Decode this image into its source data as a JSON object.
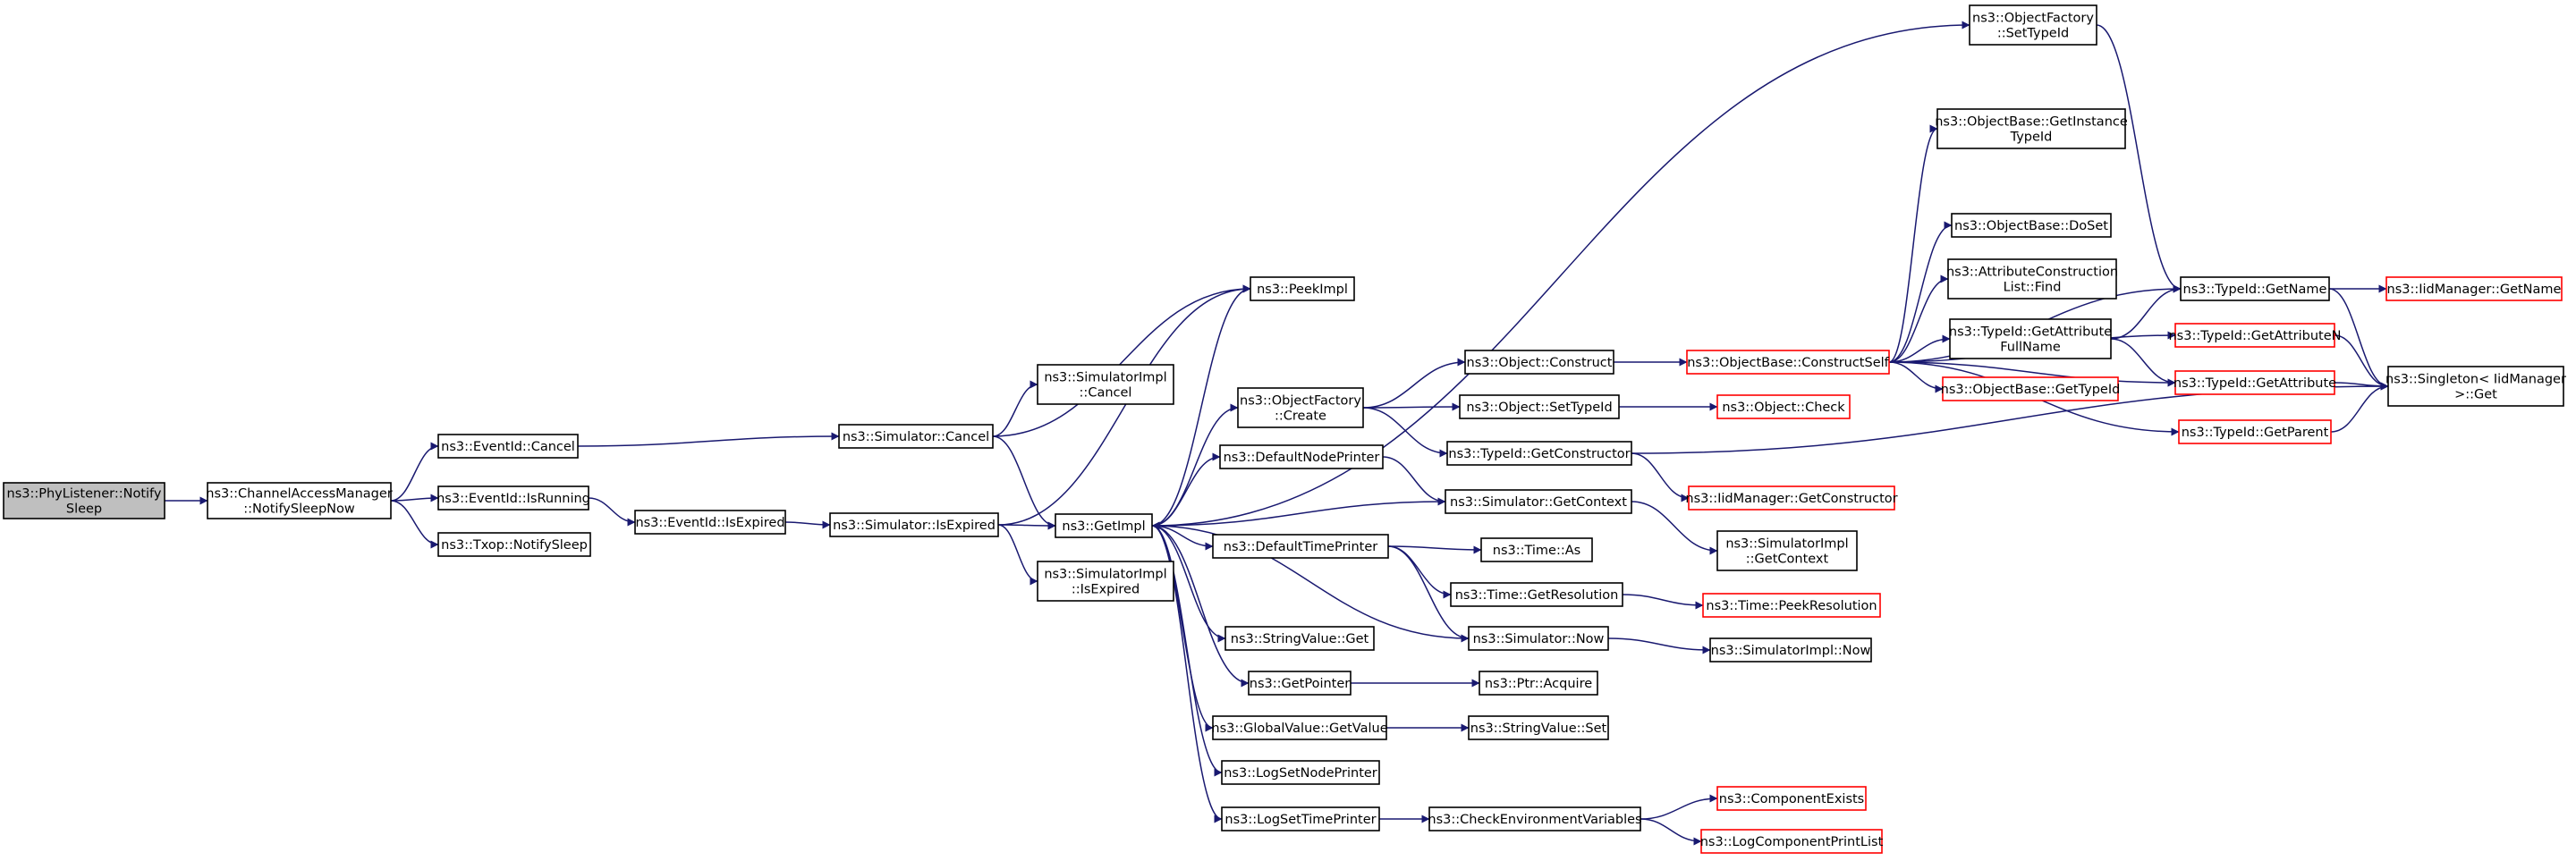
{
  "title": "",
  "colors": {
    "edge": "#191970",
    "node_border": "#000000",
    "truncated_border": "#ff0000",
    "root_fill": "#bfbfbf",
    "node_fill": "#ffffff"
  },
  "nodes": [
    {
      "id": "phy_notify_sleep",
      "lines": [
        "ns3::PhyListener::Notify",
        "Sleep"
      ],
      "kind": "root"
    },
    {
      "id": "cam_notify_sleep_now",
      "lines": [
        "ns3::ChannelAccessManager",
        "::NotifySleepNow"
      ],
      "kind": "normal"
    },
    {
      "id": "eventid_cancel",
      "lines": [
        "ns3::EventId::Cancel"
      ],
      "kind": "normal"
    },
    {
      "id": "eventid_isrunning",
      "lines": [
        "ns3::EventId::IsRunning"
      ],
      "kind": "normal"
    },
    {
      "id": "txop_notifysleep",
      "lines": [
        "ns3::Txop::NotifySleep"
      ],
      "kind": "normal"
    },
    {
      "id": "eventid_isexpired",
      "lines": [
        "ns3::EventId::IsExpired"
      ],
      "kind": "normal"
    },
    {
      "id": "sim_cancel",
      "lines": [
        "ns3::Simulator::Cancel"
      ],
      "kind": "normal"
    },
    {
      "id": "sim_isexpired",
      "lines": [
        "ns3::Simulator::IsExpired"
      ],
      "kind": "normal"
    },
    {
      "id": "simimpl_cancel",
      "lines": [
        "ns3::SimulatorImpl",
        "::Cancel"
      ],
      "kind": "normal"
    },
    {
      "id": "simimpl_isexpired",
      "lines": [
        "ns3::SimulatorImpl",
        "::IsExpired"
      ],
      "kind": "normal"
    },
    {
      "id": "peekimpl",
      "lines": [
        "ns3::PeekImpl"
      ],
      "kind": "normal"
    },
    {
      "id": "getimpl",
      "lines": [
        "ns3::GetImpl"
      ],
      "kind": "normal"
    },
    {
      "id": "objfactory_create",
      "lines": [
        "ns3::ObjectFactory",
        "::Create"
      ],
      "kind": "normal"
    },
    {
      "id": "defaultnodeprinter",
      "lines": [
        "ns3::DefaultNodePrinter"
      ],
      "kind": "normal"
    },
    {
      "id": "defaulttimeprinter",
      "lines": [
        "ns3::DefaultTimePrinter"
      ],
      "kind": "normal"
    },
    {
      "id": "stringvalue_get",
      "lines": [
        "ns3::StringValue::Get"
      ],
      "kind": "normal"
    },
    {
      "id": "getpointer",
      "lines": [
        "ns3::GetPointer"
      ],
      "kind": "normal"
    },
    {
      "id": "globalvalue_getvalue",
      "lines": [
        "ns3::GlobalValue::GetValue"
      ],
      "kind": "normal"
    },
    {
      "id": "logsetnodeprinter",
      "lines": [
        "ns3::LogSetNodePrinter"
      ],
      "kind": "normal"
    },
    {
      "id": "logsettimeprinter",
      "lines": [
        "ns3::LogSetTimePrinter"
      ],
      "kind": "normal"
    },
    {
      "id": "object_construct",
      "lines": [
        "ns3::Object::Construct"
      ],
      "kind": "normal"
    },
    {
      "id": "object_settypeid",
      "lines": [
        "ns3::Object::SetTypeId"
      ],
      "kind": "normal"
    },
    {
      "id": "typeid_getconstructor",
      "lines": [
        "ns3::TypeId::GetConstructor"
      ],
      "kind": "normal"
    },
    {
      "id": "sim_getcontext",
      "lines": [
        "ns3::Simulator::GetContext"
      ],
      "kind": "normal"
    },
    {
      "id": "time_as",
      "lines": [
        "ns3::Time::As"
      ],
      "kind": "normal"
    },
    {
      "id": "time_getresolution",
      "lines": [
        "ns3::Time::GetResolution"
      ],
      "kind": "normal"
    },
    {
      "id": "sim_now",
      "lines": [
        "ns3::Simulator::Now"
      ],
      "kind": "normal"
    },
    {
      "id": "ptr_acquire",
      "lines": [
        "ns3::Ptr::Acquire"
      ],
      "kind": "normal"
    },
    {
      "id": "stringvalue_set",
      "lines": [
        "ns3::StringValue::Set"
      ],
      "kind": "normal"
    },
    {
      "id": "checkenvvars",
      "lines": [
        "ns3::CheckEnvironmentVariables"
      ],
      "kind": "normal"
    },
    {
      "id": "objfactory_settypeid",
      "lines": [
        "ns3::ObjectFactory",
        "::SetTypeId"
      ],
      "kind": "normal"
    },
    {
      "id": "objbase_constructself",
      "lines": [
        "ns3::ObjectBase::ConstructSelf"
      ],
      "kind": "truncated"
    },
    {
      "id": "object_check",
      "lines": [
        "ns3::Object::Check"
      ],
      "kind": "truncated"
    },
    {
      "id": "iidmanager_getconstructor",
      "lines": [
        "ns3::IidManager::GetConstructor"
      ],
      "kind": "truncated"
    },
    {
      "id": "simimpl_getcontext",
      "lines": [
        "ns3::SimulatorImpl",
        "::GetContext"
      ],
      "kind": "normal"
    },
    {
      "id": "time_peekresolution",
      "lines": [
        "ns3::Time::PeekResolution"
      ],
      "kind": "truncated"
    },
    {
      "id": "simimpl_now",
      "lines": [
        "ns3::SimulatorImpl::Now"
      ],
      "kind": "normal"
    },
    {
      "id": "componentexists",
      "lines": [
        "ns3::ComponentExists"
      ],
      "kind": "truncated"
    },
    {
      "id": "logcomponentprintlist",
      "lines": [
        "ns3::LogComponentPrintList"
      ],
      "kind": "truncated"
    },
    {
      "id": "objbase_getinstancetypeid",
      "lines": [
        "ns3::ObjectBase::GetInstance",
        "TypeId"
      ],
      "kind": "normal"
    },
    {
      "id": "objbase_doset",
      "lines": [
        "ns3::ObjectBase::DoSet"
      ],
      "kind": "normal"
    },
    {
      "id": "attrconstructionlist_find",
      "lines": [
        "ns3::AttributeConstruction",
        "List::Find"
      ],
      "kind": "normal"
    },
    {
      "id": "typeid_getattributefullname",
      "lines": [
        "ns3::TypeId::GetAttribute",
        "FullName"
      ],
      "kind": "normal"
    },
    {
      "id": "objbase_gettypeid",
      "lines": [
        "ns3::ObjectBase::GetTypeId"
      ],
      "kind": "truncated"
    },
    {
      "id": "typeid_getname",
      "lines": [
        "ns3::TypeId::GetName"
      ],
      "kind": "normal"
    },
    {
      "id": "typeid_getattributen",
      "lines": [
        "ns3::TypeId::GetAttributeN"
      ],
      "kind": "truncated"
    },
    {
      "id": "typeid_getattribute",
      "lines": [
        "ns3::TypeId::GetAttribute"
      ],
      "kind": "truncated"
    },
    {
      "id": "typeid_getparent",
      "lines": [
        "ns3::TypeId::GetParent"
      ],
      "kind": "truncated"
    },
    {
      "id": "iidmanager_getname",
      "lines": [
        "ns3::IidManager::GetName"
      ],
      "kind": "truncated"
    },
    {
      "id": "singleton_get",
      "lines": [
        "ns3::Singleton< IidManager",
        " >::Get"
      ],
      "kind": "normal"
    }
  ],
  "edges": [
    [
      "phy_notify_sleep",
      "cam_notify_sleep_now"
    ],
    [
      "cam_notify_sleep_now",
      "eventid_cancel"
    ],
    [
      "cam_notify_sleep_now",
      "eventid_isrunning"
    ],
    [
      "cam_notify_sleep_now",
      "txop_notifysleep"
    ],
    [
      "eventid_cancel",
      "sim_cancel"
    ],
    [
      "eventid_isrunning",
      "eventid_isexpired"
    ],
    [
      "eventid_isexpired",
      "sim_isexpired"
    ],
    [
      "sim_cancel",
      "simimpl_cancel"
    ],
    [
      "sim_cancel",
      "peekimpl"
    ],
    [
      "sim_cancel",
      "getimpl"
    ],
    [
      "sim_isexpired",
      "peekimpl"
    ],
    [
      "sim_isexpired",
      "getimpl"
    ],
    [
      "sim_isexpired",
      "simimpl_isexpired"
    ],
    [
      "getimpl",
      "peekimpl"
    ],
    [
      "getimpl",
      "objfactory_settypeid"
    ],
    [
      "getimpl",
      "objfactory_create"
    ],
    [
      "getimpl",
      "defaultnodeprinter"
    ],
    [
      "getimpl",
      "defaulttimeprinter"
    ],
    [
      "getimpl",
      "stringvalue_get"
    ],
    [
      "getimpl",
      "getpointer"
    ],
    [
      "getimpl",
      "globalvalue_getvalue"
    ],
    [
      "getimpl",
      "logsetnodeprinter"
    ],
    [
      "getimpl",
      "logsettimeprinter"
    ],
    [
      "sim_getcontext",
      "getimpl"
    ],
    [
      "sim_now",
      "getimpl"
    ],
    [
      "objfactory_create",
      "object_construct"
    ],
    [
      "objfactory_create",
      "object_settypeid"
    ],
    [
      "objfactory_create",
      "typeid_getconstructor"
    ],
    [
      "defaultnodeprinter",
      "sim_getcontext"
    ],
    [
      "defaulttimeprinter",
      "time_as"
    ],
    [
      "defaulttimeprinter",
      "time_getresolution"
    ],
    [
      "defaulttimeprinter",
      "sim_now"
    ],
    [
      "getpointer",
      "ptr_acquire"
    ],
    [
      "globalvalue_getvalue",
      "stringvalue_set"
    ],
    [
      "logsettimeprinter",
      "checkenvvars"
    ],
    [
      "object_construct",
      "objbase_constructself"
    ],
    [
      "object_settypeid",
      "object_check"
    ],
    [
      "typeid_getconstructor",
      "iidmanager_getconstructor"
    ],
    [
      "typeid_getconstructor",
      "singleton_get"
    ],
    [
      "sim_getcontext",
      "simimpl_getcontext"
    ],
    [
      "time_getresolution",
      "time_peekresolution"
    ],
    [
      "sim_now",
      "simimpl_now"
    ],
    [
      "checkenvvars",
      "componentexists"
    ],
    [
      "checkenvvars",
      "logcomponentprintlist"
    ],
    [
      "objfactory_settypeid",
      "typeid_getname"
    ],
    [
      "objbase_constructself",
      "objbase_getinstancetypeid"
    ],
    [
      "objbase_constructself",
      "objbase_doset"
    ],
    [
      "objbase_constructself",
      "attrconstructionlist_find"
    ],
    [
      "objbase_constructself",
      "typeid_getattributefullname"
    ],
    [
      "objbase_constructself",
      "objbase_gettypeid"
    ],
    [
      "objbase_constructself",
      "typeid_getname"
    ],
    [
      "objbase_constructself",
      "typeid_getattributen"
    ],
    [
      "objbase_constructself",
      "typeid_getattribute"
    ],
    [
      "objbase_constructself",
      "typeid_getparent"
    ],
    [
      "typeid_getattributefullname",
      "typeid_getname"
    ],
    [
      "typeid_getattributefullname",
      "typeid_getattribute"
    ],
    [
      "typeid_getname",
      "iidmanager_getname"
    ],
    [
      "typeid_getname",
      "singleton_get"
    ],
    [
      "typeid_getattributen",
      "singleton_get"
    ],
    [
      "typeid_getattribute",
      "singleton_get"
    ],
    [
      "typeid_getparent",
      "singleton_get"
    ]
  ]
}
